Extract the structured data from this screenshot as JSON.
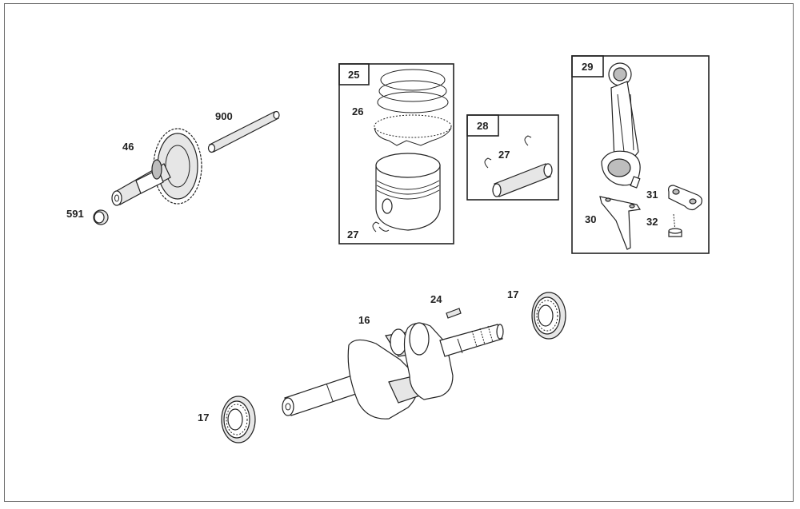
{
  "diagram": {
    "callouts": {
      "c900": "900",
      "c46": "46",
      "c591": "591",
      "c25": "25",
      "c26": "26",
      "c27a": "27",
      "c28": "28",
      "c27b": "27",
      "c29": "29",
      "c31": "31",
      "c30": "30",
      "c32": "32",
      "c24": "24",
      "c17a": "17",
      "c16": "16",
      "c17b": "17"
    },
    "parts": {
      "camshaft-pin": "900",
      "camshaft-gear": "46",
      "camshaft-seal": "591",
      "piston-assembly": "25",
      "piston-rings": "26",
      "piston-pin-clip": "27",
      "piston-pin-kit": "28",
      "connecting-rod": "29",
      "dipper": "30",
      "lock-plate": "31",
      "rod-bolt": "32",
      "crank-key": "24",
      "main-bearing": "17",
      "crankshaft": "16"
    }
  }
}
